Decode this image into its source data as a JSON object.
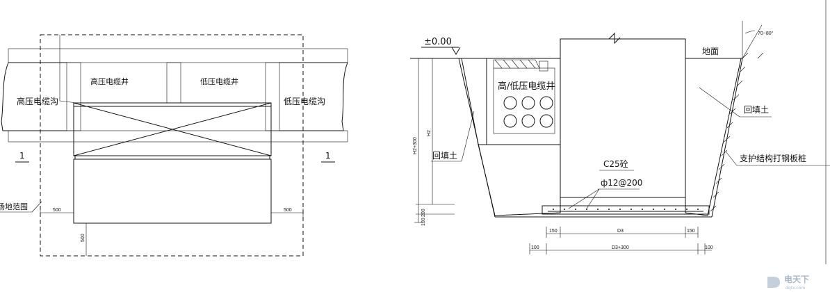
{
  "left_plan": {
    "labels": {
      "hv_cable_trench": "高压电缆沟",
      "hv_cable_well": "高压电缆井",
      "lv_cable_well": "低压电缆井",
      "lv_cable_trench": "低压电缆沟",
      "site_range": "场地范围"
    },
    "section_marks": [
      "1",
      "1"
    ],
    "dimensions": [
      "500",
      "500",
      "500"
    ]
  },
  "right_section": {
    "labels": {
      "elevation": "±0.00",
      "ground": "地面",
      "angle": "70~80°",
      "cable_well": "高/低压电缆井",
      "backfill_right": "回填土",
      "backfill_left": "回填土",
      "support": "支护结构打钢板桩",
      "concrete": "C25砼",
      "rebar": "ф12@200"
    },
    "dimensions": {
      "h2_300": "H2+300",
      "h2": "H2",
      "d200": "200",
      "d100": "100",
      "b150_left": "150",
      "d3": "D3",
      "b150_right": "150",
      "b100_left": "100",
      "d3_300": "D3+300",
      "b100_right": "100"
    }
  },
  "watermark": {
    "brand": "电天下",
    "site": "dqtx.com"
  }
}
